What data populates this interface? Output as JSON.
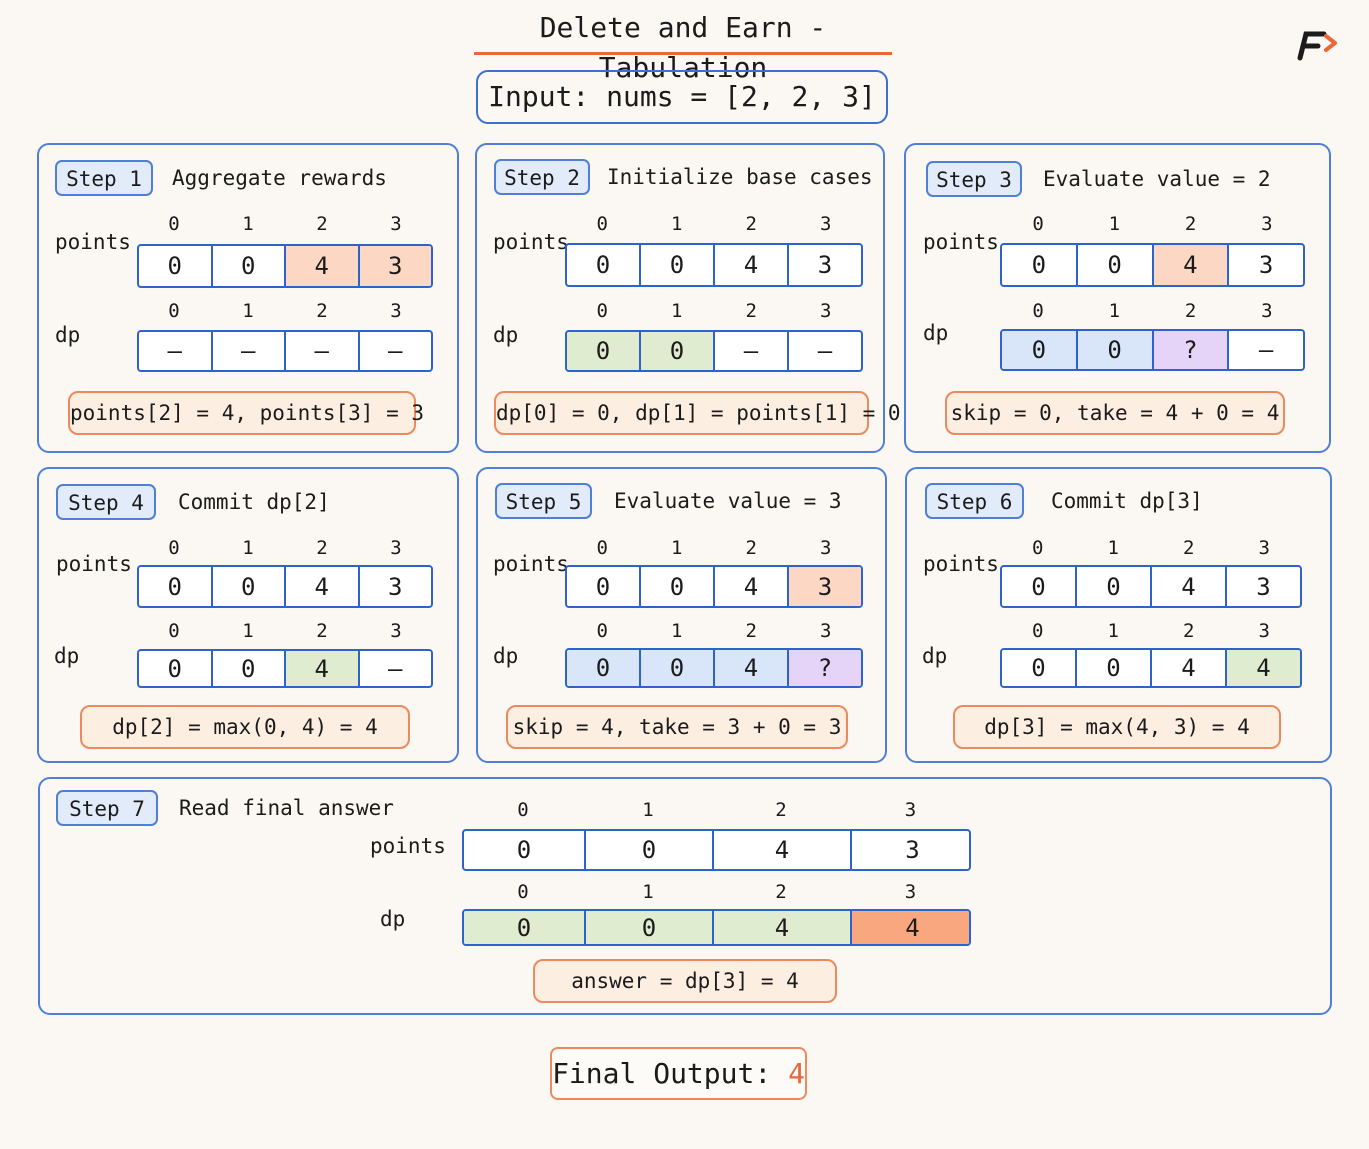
{
  "title": "Delete and Earn - Tabulation",
  "input": "Input: nums = [2, 2, 3]",
  "labels": {
    "points": "points",
    "dp": "dp"
  },
  "indices": [
    "0",
    "1",
    "2",
    "3"
  ],
  "steps": [
    {
      "badge": "Step 1",
      "title": "Aggregate rewards",
      "points": [
        "0",
        "0",
        "4",
        "3"
      ],
      "points_hl": [
        "",
        "",
        "orange",
        "orange"
      ],
      "dp": [
        "–",
        "–",
        "–",
        "–"
      ],
      "dp_hl": [
        "",
        "",
        "",
        ""
      ],
      "note": "points[2] = 4, points[3] = 3"
    },
    {
      "badge": "Step 2",
      "title": "Initialize base cases",
      "points": [
        "0",
        "0",
        "4",
        "3"
      ],
      "points_hl": [
        "",
        "",
        "",
        ""
      ],
      "dp": [
        "0",
        "0",
        "–",
        "–"
      ],
      "dp_hl": [
        "green",
        "green",
        "",
        ""
      ],
      "note": "dp[0] = 0, dp[1] = points[1] = 0"
    },
    {
      "badge": "Step 3",
      "title": "Evaluate value = 2",
      "points": [
        "0",
        "0",
        "4",
        "3"
      ],
      "points_hl": [
        "",
        "",
        "orange",
        ""
      ],
      "dp": [
        "0",
        "0",
        "?",
        "–"
      ],
      "dp_hl": [
        "blue",
        "blue",
        "purple",
        ""
      ],
      "note": "skip = 0, take = 4 + 0 = 4"
    },
    {
      "badge": "Step 4",
      "title": "Commit dp[2]",
      "points": [
        "0",
        "0",
        "4",
        "3"
      ],
      "points_hl": [
        "",
        "",
        "",
        ""
      ],
      "dp": [
        "0",
        "0",
        "4",
        "–"
      ],
      "dp_hl": [
        "",
        "",
        "green",
        ""
      ],
      "note": "dp[2] = max(0, 4) = 4"
    },
    {
      "badge": "Step 5",
      "title": "Evaluate value = 3",
      "points": [
        "0",
        "0",
        "4",
        "3"
      ],
      "points_hl": [
        "",
        "",
        "",
        "orange"
      ],
      "dp": [
        "0",
        "0",
        "4",
        "?"
      ],
      "dp_hl": [
        "blue",
        "blue",
        "blue",
        "purple"
      ],
      "note": "skip = 4, take = 3 + 0 = 3"
    },
    {
      "badge": "Step 6",
      "title": "Commit dp[3]",
      "points": [
        "0",
        "0",
        "4",
        "3"
      ],
      "points_hl": [
        "",
        "",
        "",
        ""
      ],
      "dp": [
        "0",
        "0",
        "4",
        "4"
      ],
      "dp_hl": [
        "",
        "",
        "",
        "green"
      ],
      "note": "dp[3] = max(4, 3) = 4"
    },
    {
      "badge": "Step 7",
      "title": "Read final answer",
      "points": [
        "0",
        "0",
        "4",
        "3"
      ],
      "points_hl": [
        "",
        "",
        "",
        ""
      ],
      "dp": [
        "0",
        "0",
        "4",
        "4"
      ],
      "dp_hl": [
        "green",
        "green",
        "green",
        "solid"
      ],
      "note": "answer = dp[3] = 4"
    }
  ],
  "final": {
    "label": "Final Output:",
    "value": "4"
  },
  "colors": {
    "accent": "#e8683a",
    "panel_border": "#4f7fd6",
    "cell_border": "#2f63cc"
  }
}
